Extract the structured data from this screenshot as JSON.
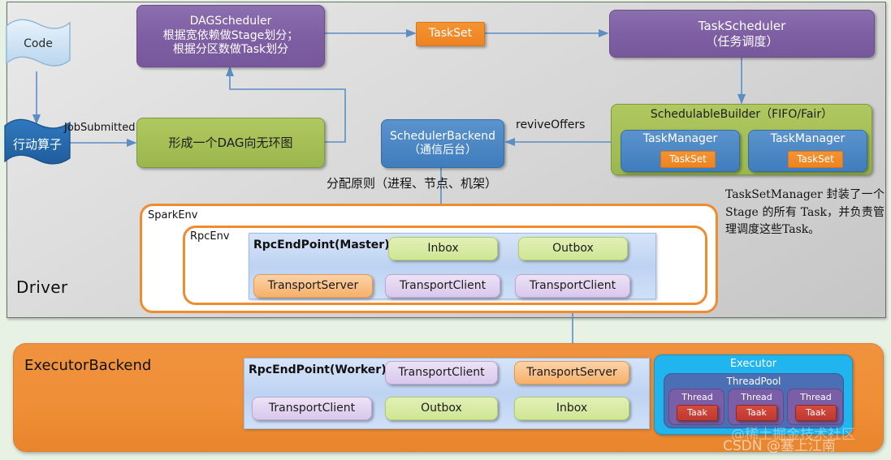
{
  "driver": {
    "label": "Driver",
    "code_node": "Code",
    "action_node": "行动算子",
    "job_submitted_label": "JobSubmitted",
    "dag_scheduler": {
      "title": "DAGScheduler",
      "line2": "根据宽依赖做Stage划分；",
      "line3": "根据分区数做Task划分"
    },
    "dag_graph_node": "形成一个DAG向无环图",
    "taskset_node": "TaskSet",
    "task_scheduler": {
      "title": "TaskScheduler",
      "subtitle": "（任务调度）"
    },
    "scheduler_backend": {
      "title": "SchedulerBackend",
      "subtitle": "（通信后台）"
    },
    "revive_offers_label": "reviveOffers",
    "allocation_principle": "分配原则（进程、节点、机架）",
    "schedulable_builder": {
      "title": "SchedulableBuilder（FIFO/Fair）",
      "managers": [
        {
          "title": "TaskManager",
          "taskset": "TaskSet"
        },
        {
          "title": "TaskManager",
          "taskset": "TaskSet"
        }
      ]
    },
    "taskset_manager_note": "TaskSetManager 封装了一个 Stage 的所有 Task，并负责管理调度这些Task。",
    "spark_env_label": "SparkEnv",
    "rpc_env_label": "RpcEnv",
    "rpc_endpoint_master": {
      "title": "RpcEndPoint(Master)",
      "row1": [
        "Inbox",
        "Outbox"
      ],
      "row2": [
        "TransportServer",
        "TransportClient",
        "TransportClient"
      ]
    }
  },
  "executor_backend": {
    "label": "ExecutorBackend",
    "rpc_endpoint_worker": {
      "title": "RpcEndPoint(Worker)",
      "row1": [
        "TransportClient",
        "TransportServer"
      ],
      "row2": [
        "TransportClient",
        "Outbox",
        "Inbox"
      ]
    },
    "executor": {
      "title": "Executor",
      "threadpool_title": "ThreadPool",
      "threads": [
        {
          "title": "Thread",
          "task": "Taak"
        },
        {
          "title": "Thread",
          "task": "Taak"
        },
        {
          "title": "Thread",
          "task": "Taak"
        }
      ]
    }
  },
  "watermarks": {
    "csdn": "CSDN @塞上江南",
    "juejin": "@稀土掘金技术社区"
  },
  "colors": {
    "driver_bg": "#d8d8d8",
    "executor_orange": "#ef8f37",
    "purple": "#7f5fa4",
    "olive": "#9ab74e",
    "blue": "#3f7dbd",
    "orange": "#ed8322",
    "green_light": "#cfe694",
    "violet_light": "#d9c8ec",
    "red": "#c0392e",
    "executor_cyan": "#21b5ef",
    "threadpool_blue": "#4a6fb5",
    "thread_purple": "#7a5fa8",
    "frame_orange": "#f08b2e",
    "arrow_blue": "#5b8ec4"
  }
}
